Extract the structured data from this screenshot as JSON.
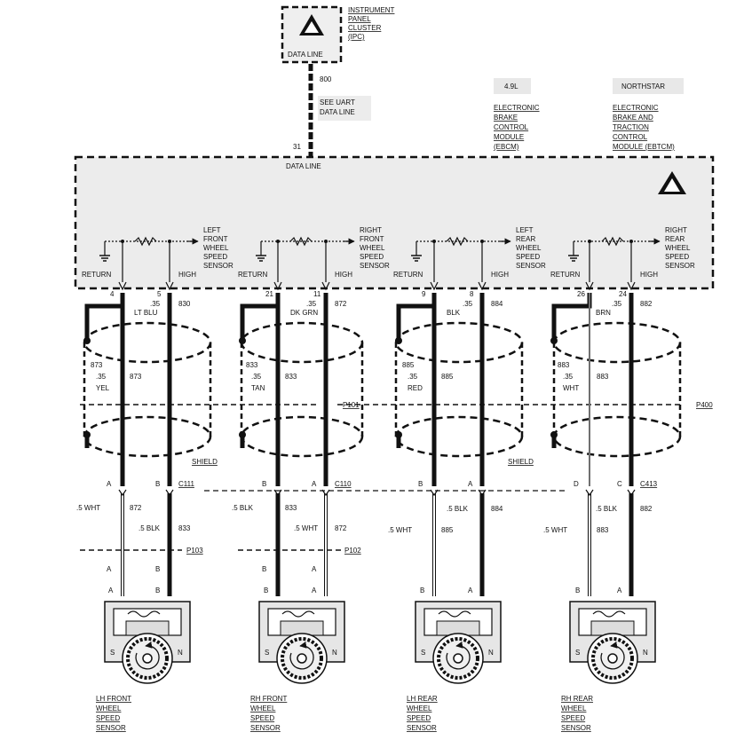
{
  "ipc": {
    "lines": [
      "INSTRUMENT",
      "PANEL",
      "CLUSTER",
      "(IPC)"
    ],
    "data_line_label": "DATA LINE",
    "circuit": "800",
    "see_uart": [
      "SEE UART",
      "DATA LINE"
    ],
    "pin": "31"
  },
  "engine_tags": {
    "left": "4.9L",
    "right": "NORTHSTAR"
  },
  "modules": {
    "ebcm": [
      "ELECTRONIC",
      "BRAKE",
      "CONTROL",
      "MODULE",
      "(EBCM)"
    ],
    "ebtcm": [
      "ELECTRONIC",
      "BRAKE AND",
      "TRACTION",
      "CONTROL",
      "MODULE (EBTCM)"
    ]
  },
  "module_box": {
    "data_line_label": "DATA LINE"
  },
  "sensors_in_module": [
    {
      "lines": [
        "LEFT",
        "FRONT",
        "WHEEL",
        "SPEED",
        "SENSOR"
      ],
      "return": "RETURN",
      "high": "HIGH"
    },
    {
      "lines": [
        "RIGHT",
        "FRONT",
        "WHEEL",
        "SPEED",
        "SENSOR"
      ],
      "return": "RETURN",
      "high": "HIGH"
    },
    {
      "lines": [
        "LEFT",
        "REAR",
        "WHEEL",
        "SPEED",
        "SENSOR"
      ],
      "return": "RETURN",
      "high": "HIGH"
    },
    {
      "lines": [
        "RIGHT",
        "REAR",
        "WHEEL",
        "SPEED",
        "SENSOR"
      ],
      "return": "RETURN",
      "high": "HIGH"
    }
  ],
  "channels": [
    {
      "ret_pin": "4",
      "high_pin": "5",
      "high_gauge": ".35",
      "high_color": "LT BLU",
      "high_circuit": "830",
      "ret_label": [
        "873",
        ".35",
        "YEL"
      ],
      "ret_circuit": "873",
      "conn_top": {
        "left": "A",
        "right": "B",
        "name": "C111"
      },
      "left_wire": {
        "gauge": ".5 WHT",
        "circuit": "872"
      },
      "right_wire": {
        "gauge": ".5 BLK",
        "circuit": "833"
      },
      "conn_bottom": {
        "left": "A",
        "right": "B"
      },
      "name": [
        "LH FRONT",
        "WHEEL",
        "SPEED",
        "SENSOR"
      ],
      "s": "S",
      "n": "N"
    },
    {
      "ret_pin": "21",
      "high_pin": "11",
      "high_gauge": ".35",
      "high_color": "DK GRN",
      "high_circuit": "872",
      "ret_label": [
        "833",
        ".35",
        "TAN"
      ],
      "ret_circuit": "833",
      "conn_top": {
        "left": "B",
        "right": "A",
        "name": "C110"
      },
      "left_wire": {
        "gauge": ".5 BLK",
        "circuit": "833"
      },
      "right_wire": {
        "gauge": ".5 WHT",
        "circuit": "872"
      },
      "conn_bottom": {
        "left": "B",
        "right": "A"
      },
      "name": [
        "RH FRONT",
        "WHEEL",
        "SPEED",
        "SENSOR"
      ],
      "s": "S",
      "n": "N"
    },
    {
      "ret_pin": "9",
      "high_pin": "8",
      "high_gauge": ".35",
      "high_color": "BLK",
      "high_circuit": "884",
      "ret_label": [
        "885",
        ".35",
        "RED"
      ],
      "ret_circuit": "885",
      "conn_top": {
        "left": "B",
        "right": "A",
        "name": ""
      },
      "left_wire": {
        "gauge": ".5 WHT",
        "circuit": "885"
      },
      "right_wire": {
        "gauge": ".5 BLK",
        "circuit": "884"
      },
      "conn_bottom": {
        "left": "B",
        "right": "A"
      },
      "name": [
        "LH REAR",
        "WHEEL",
        "SPEED",
        "SENSOR"
      ],
      "s": "S",
      "n": "N"
    },
    {
      "ret_pin": "26",
      "high_pin": "24",
      "high_gauge": ".35",
      "high_color": "BRN",
      "high_circuit": "882",
      "ret_label": [
        "883",
        ".35",
        "WHT"
      ],
      "ret_circuit": "883",
      "conn_top": {
        "left": "D",
        "right": "C",
        "name": "C413"
      },
      "left_wire": {
        "gauge": ".5 WHT",
        "circuit": "883"
      },
      "right_wire": {
        "gauge": ".5 BLK",
        "circuit": "882"
      },
      "conn_bottom": {
        "left": "B",
        "right": "A"
      },
      "name": [
        "RH REAR",
        "WHEEL",
        "SPEED",
        "SENSOR"
      ],
      "s": "S",
      "n": "N"
    }
  ],
  "shield_labels": [
    "SHIELD",
    "SHIELD"
  ],
  "inline_connectors": {
    "p101": "P101",
    "p400": "P400",
    "p103": "P103",
    "p102": "P102"
  }
}
